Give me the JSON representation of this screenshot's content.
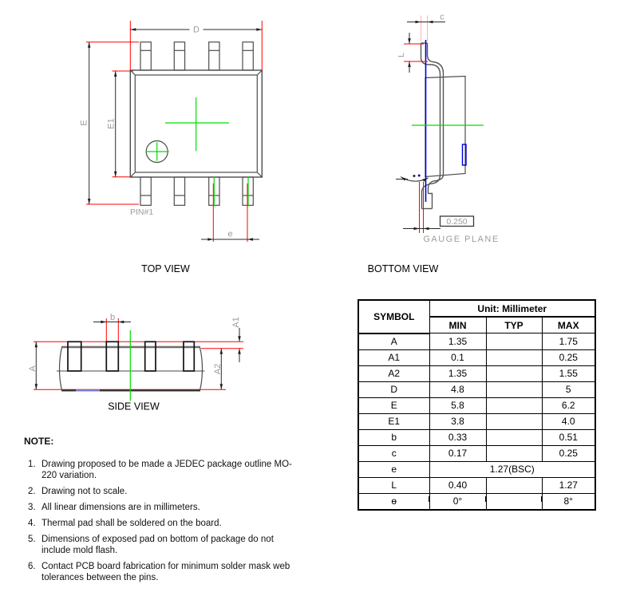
{
  "views": {
    "top": {
      "title": "TOP VIEW",
      "labels": {
        "overall_width": "D",
        "overall_height": "E",
        "body_height": "E1",
        "pitch": "e",
        "pin1": "PIN#1"
      }
    },
    "bottom": {
      "title": "BOTTOM VIEW",
      "labels": {
        "lead_thickness": "c",
        "foot_length": "L",
        "gauge_offset": "0.250",
        "gauge_plane": "GAUGE PLANE"
      }
    },
    "side": {
      "title": "SIDE VIEW",
      "labels": {
        "lead_width": "b",
        "overall_height": "A",
        "standoff": "A1",
        "body_thickness": "A2"
      }
    }
  },
  "table": {
    "symbol_header": "SYMBOL",
    "unit_header": "Unit: Millimeter",
    "col_headers": [
      "MIN",
      "TYP",
      "MAX"
    ],
    "rows": [
      {
        "symbol": "A",
        "min": "1.35",
        "typ": "",
        "max": "1.75"
      },
      {
        "symbol": "A1",
        "min": "0.1",
        "typ": "",
        "max": "0.25"
      },
      {
        "symbol": "A2",
        "min": "1.35",
        "typ": "",
        "max": "1.55"
      },
      {
        "symbol": "D",
        "min": "4.8",
        "typ": "",
        "max": "5"
      },
      {
        "symbol": "E",
        "min": "5.8",
        "typ": "",
        "max": "6.2"
      },
      {
        "symbol": "E1",
        "min": "3.8",
        "typ": "",
        "max": "4.0"
      },
      {
        "symbol": "b",
        "min": "0.33",
        "typ": "",
        "max": "0.51"
      },
      {
        "symbol": "c",
        "min": "0.17",
        "typ": "",
        "max": "0.25"
      },
      {
        "symbol": "e",
        "merged": "1.27(BSC)"
      },
      {
        "symbol": "L",
        "min": "0.40",
        "typ": "",
        "max": "1.27"
      },
      {
        "symbol": "ɵ",
        "min": "0°",
        "typ": "",
        "max": "8°"
      }
    ]
  },
  "notes": {
    "heading": "NOTE:",
    "items": [
      {
        "num": "1.",
        "lines": [
          "Drawing proposed to be made a JEDEC package outline MO-",
          "220 variation."
        ]
      },
      {
        "num": "2.",
        "lines": [
          "Drawing not to scale."
        ]
      },
      {
        "num": "3.",
        "lines": [
          "All linear dimensions are in millimeters."
        ]
      },
      {
        "num": "4.",
        "lines": [
          "Thermal pad shall be soldered on the board."
        ]
      },
      {
        "num": "5.",
        "lines": [
          "Dimensions of exposed pad on bottom of package do not",
          "include mold flash."
        ]
      },
      {
        "num": "6.",
        "lines": [
          "Contact PCB board fabrication for minimum solder mask web",
          "tolerances between the pins."
        ]
      }
    ]
  },
  "colors": {
    "extension_red": "#ff0000",
    "extension_pink": "#ffb6b6",
    "centerline_green": "#00dd00",
    "datum_blue": "#0000dd",
    "label_gray": "#9c9c9c",
    "outline_gray": "#4d4d4d"
  }
}
